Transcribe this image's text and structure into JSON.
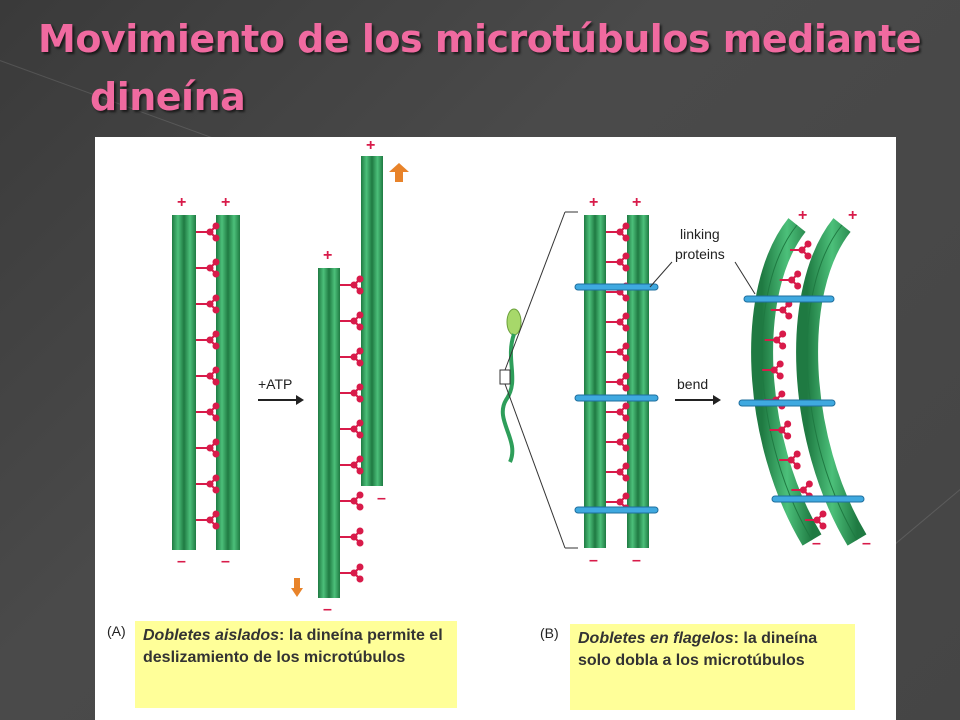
{
  "slide": {
    "title_line1": "Movimiento de los microtúbulos mediante",
    "title_line2": "dineína",
    "colors": {
      "title": "#f06aa0",
      "background": "#444444",
      "caption_bg": "#ffff99"
    }
  },
  "figure": {
    "panel_a_label": "(A)",
    "panel_b_label": "(B)",
    "atp_label": "+ATP",
    "bend_label": "bend",
    "linking_label_1": "linking",
    "linking_label_2": "proteins",
    "plus": "+",
    "minus": "–",
    "colors": {
      "microtubule": "#2e9e5a",
      "dynein": "#d81b4a",
      "linker": "#3fa9e0",
      "arrow": "#e8832a"
    }
  },
  "captions": {
    "a_term": "Dobletes aislados",
    "a_rest": ": la dineína permite el deslizamiento de los microtúbulos",
    "b_term": "Dobletes en flagelos",
    "b_rest": ": la dineína solo dobla a los microtúbulos"
  }
}
